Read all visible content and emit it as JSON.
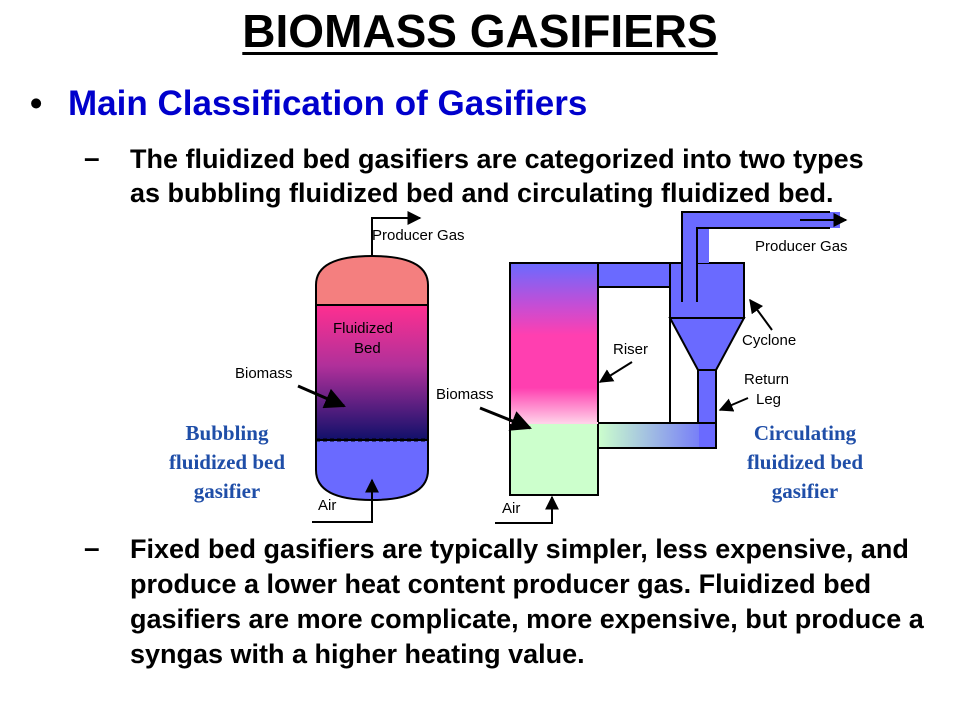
{
  "title": "BIOMASS GASIFIERS",
  "bullet": {
    "symbol": "•",
    "text": "Main Classification of Gasifiers"
  },
  "items": [
    {
      "dash": "–",
      "text": "The fluidized bed gasifiers are categorized into two types as bubbling fluidized bed and circulating fluidized bed."
    },
    {
      "dash": "–",
      "text": "Fixed bed gasifiers are typically simpler, less expensive, and produce a lower heat content producer gas. Fluidized bed gasifiers are more complicate, more expensive, but produce a syngas with a higher heating value."
    }
  ],
  "diagram": {
    "bubbling": {
      "producer_gas": "Producer Gas",
      "fluidized_bed_line1": "Fluidized",
      "fluidized_bed_line2": "Bed",
      "biomass": "Biomass",
      "air": "Air",
      "caption": [
        "Bubbling",
        "fluidized bed",
        "gasifier"
      ]
    },
    "circulating": {
      "producer_gas": "Producer Gas",
      "riser": "Riser",
      "cyclone": "Cyclone",
      "return_leg_line1": "Return",
      "return_leg_line2": "Leg",
      "biomass": "Biomass",
      "air": "Air",
      "caption": [
        "Circulating",
        "fluidized bed",
        "gasifier"
      ]
    }
  },
  "colors": {
    "title": "#000000",
    "bullet_heading": "#0000cc",
    "caption": "#1f4ea8",
    "vessel_blue": "#6a6aff",
    "vessel_pink": "#f47f7f",
    "bed_magenta": "#ff3fb0",
    "bed_navy": "#1a1a80",
    "air_green": "#ccffcc"
  }
}
